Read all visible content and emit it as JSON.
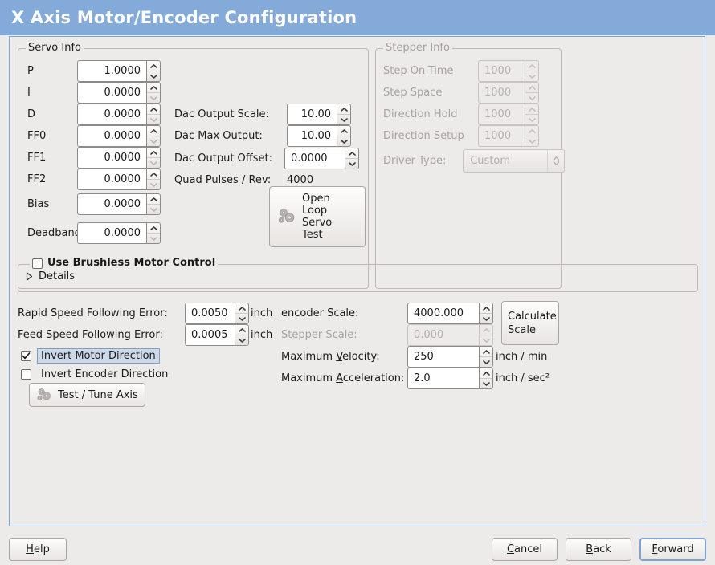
{
  "window": {
    "title": "X Axis Motor/Encoder Configuration"
  },
  "servo": {
    "legend": "Servo Info",
    "fields": [
      {
        "label": "P",
        "value": "1.0000"
      },
      {
        "label": "I",
        "value": "0.0000"
      },
      {
        "label": "D",
        "value": "0.0000"
      },
      {
        "label": "FF0",
        "value": "0.0000"
      },
      {
        "label": "FF1",
        "value": "0.0000"
      },
      {
        "label": "FF2",
        "value": "0.0000"
      },
      {
        "label": "Bias",
        "value": "0.0000"
      },
      {
        "label": "Deadband",
        "value": "0.0000"
      }
    ],
    "dac": [
      {
        "label": "Dac Output Scale:",
        "value": "10.00"
      },
      {
        "label": "Dac Max Output:",
        "value": "10.00"
      },
      {
        "label": "Dac Output Offset:",
        "value": "0.0000"
      }
    ],
    "quad_pulses_label": "Quad Pulses / Rev:",
    "quad_pulses_value": "4000",
    "open_loop_button": {
      "line1": "Open",
      "line2": "Loop",
      "line3": "Servo",
      "line4": "Test",
      "icon": "gears-icon"
    }
  },
  "stepper": {
    "legend": "Stepper Info",
    "enabled": false,
    "fields": [
      {
        "label": "Step On-Time",
        "value": "1000"
      },
      {
        "label": "Step Space",
        "value": "1000"
      },
      {
        "label": "Direction Hold",
        "value": "1000"
      },
      {
        "label": "Direction Setup",
        "value": "1000"
      }
    ],
    "driver_type_label": "Driver Type:",
    "driver_type_value": "Custom"
  },
  "brushless": {
    "checkbox_label": "Use Brushless Motor Control",
    "checked": false,
    "details_label": "Details",
    "details_expanded": false
  },
  "errors": {
    "rapid_label": "Rapid Speed Following Error:",
    "rapid_value": "0.0050",
    "rapid_unit": "inch",
    "feed_label": "Feed Speed Following Error:",
    "feed_value": "0.0005",
    "feed_unit": "inch"
  },
  "invert": {
    "motor_label": "Invert Motor Direction",
    "motor_checked": true,
    "encoder_label": "Invert Encoder Direction",
    "encoder_checked": false
  },
  "test_tune_button": {
    "label": "Test / Tune Axis",
    "icon": "gears-icon"
  },
  "scale": {
    "encoder_label": "encoder Scale:",
    "encoder_value": "4000.000",
    "stepper_label": "Stepper Scale:",
    "stepper_value": "0.000",
    "stepper_enabled": false,
    "calculate_button": {
      "line1": "Calculate",
      "line2": "Scale"
    },
    "velocity_label_pre": "Maximum ",
    "velocity_label_mnemonic": "V",
    "velocity_label_post": "elocity:",
    "velocity_value": "250",
    "velocity_unit": "inch / min",
    "accel_label_pre": "Maximum ",
    "accel_label_mnemonic": "A",
    "accel_label_post": "cceleration:",
    "accel_value": "2.0",
    "accel_unit": "inch / sec²"
  },
  "footer": {
    "help": {
      "mnemonic": "H",
      "rest": "elp"
    },
    "cancel": {
      "mnemonic": "C",
      "rest": "ancel"
    },
    "back": {
      "mnemonic": "B",
      "rest": "ack"
    },
    "forward": {
      "mnemonic": "F",
      "rest": "orward"
    }
  },
  "colors": {
    "titlebar": "#83aad8",
    "frame_border": "#7ea4d2",
    "background": "#edebe9",
    "focus_highlight": "#ccd9e8"
  }
}
